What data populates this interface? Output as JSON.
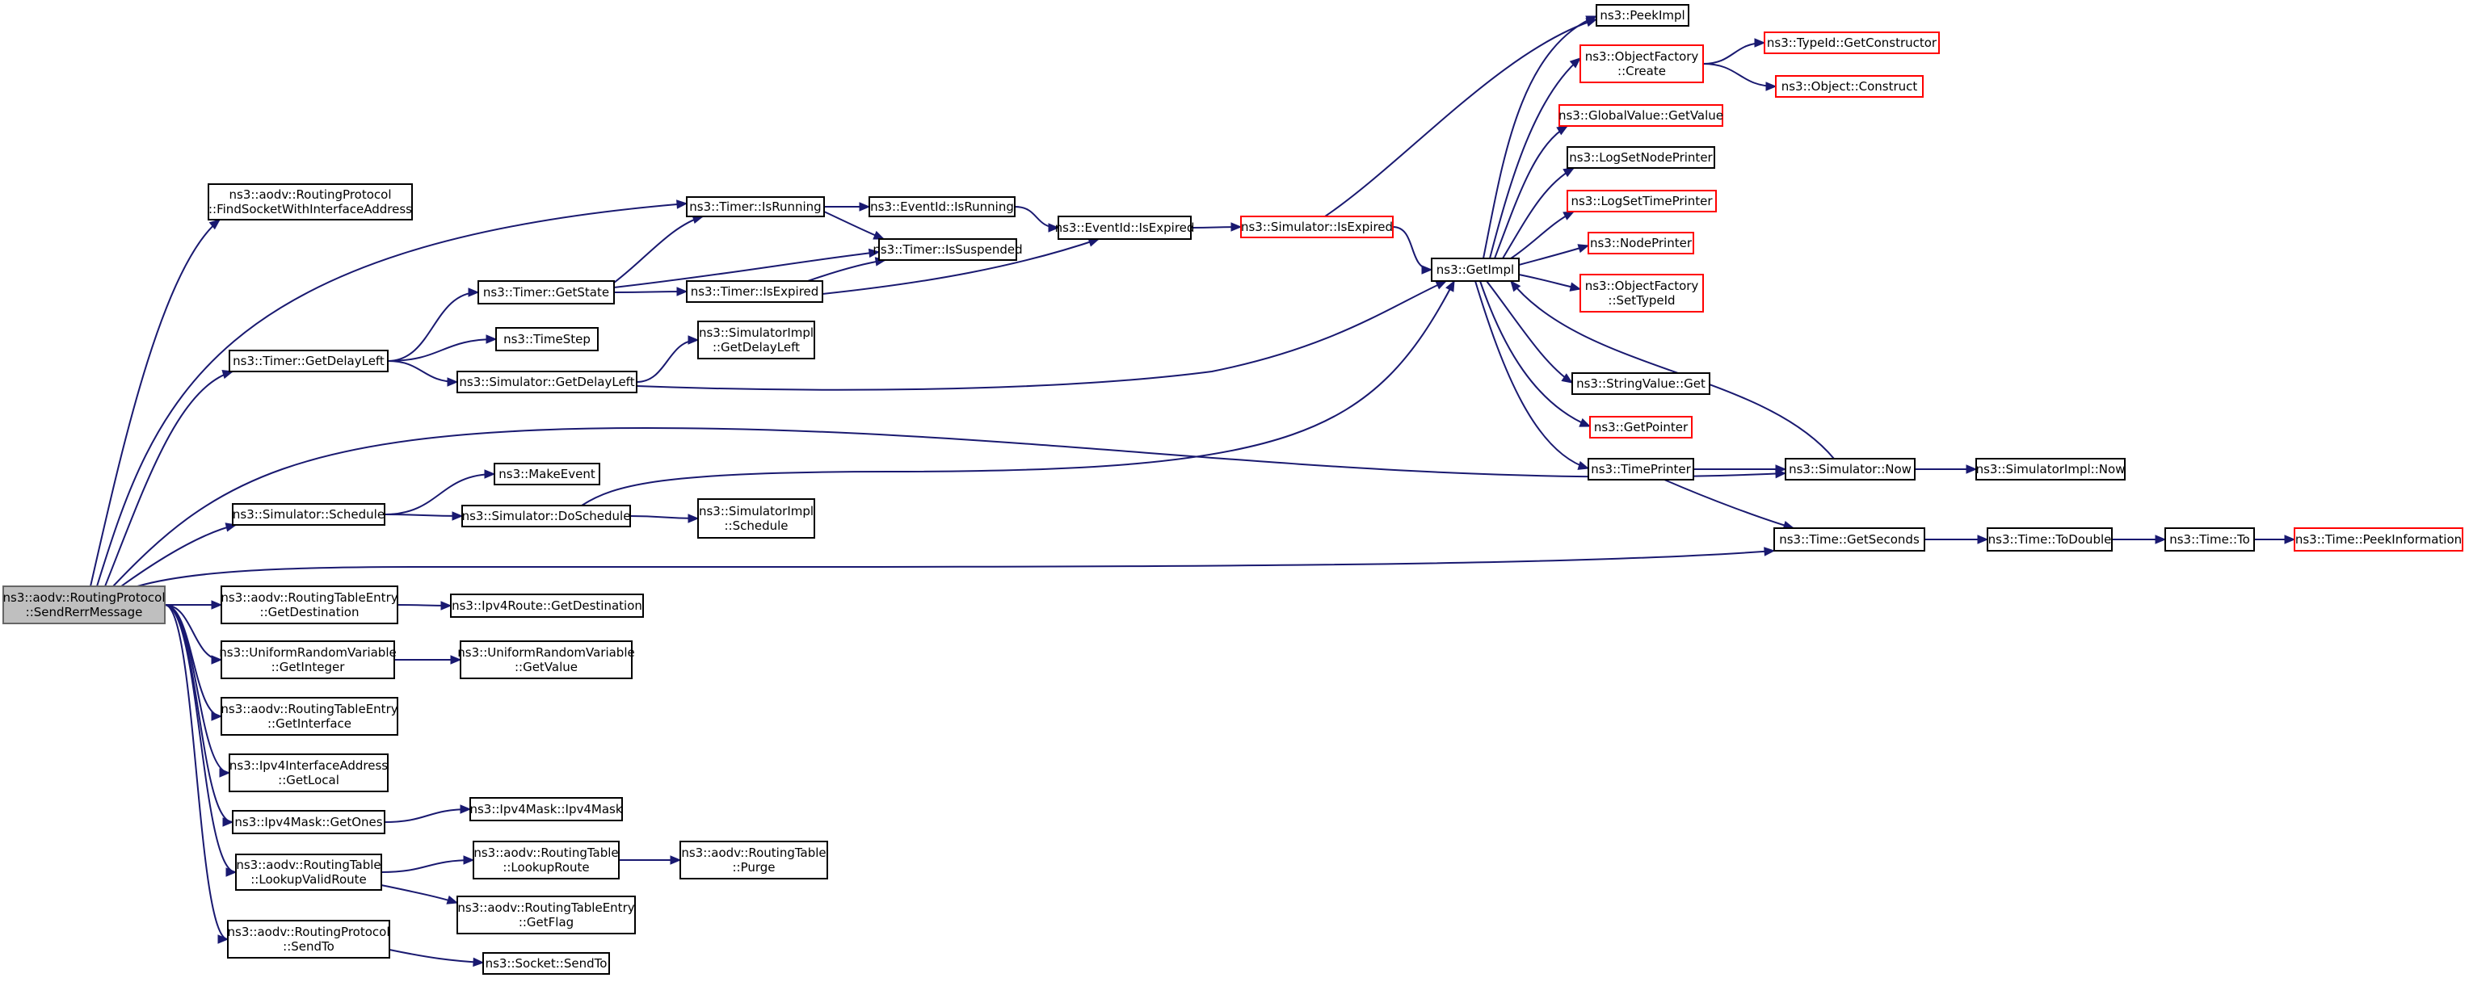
{
  "colors": {
    "edge": "#191970",
    "normal_border": "#000000",
    "truncated_border": "#ff0000",
    "root_fill": "#bfbfbf",
    "root_border": "#666666",
    "node_fill": "#ffffff"
  },
  "nodes": [
    {
      "id": "root",
      "lines": [
        "ns3::aodv::RoutingProtocol",
        "::SendRerrMessage"
      ],
      "kind": "root"
    },
    {
      "id": "findSocket",
      "lines": [
        "ns3::aodv::RoutingProtocol",
        "::FindSocketWithInterfaceAddress"
      ],
      "kind": "normal"
    },
    {
      "id": "timerIsRunning",
      "lines": [
        "ns3::Timer::IsRunning"
      ],
      "kind": "normal"
    },
    {
      "id": "eventIsRunning",
      "lines": [
        "ns3::EventId::IsRunning"
      ],
      "kind": "normal"
    },
    {
      "id": "timerIsSuspended",
      "lines": [
        "ns3::Timer::IsSuspended"
      ],
      "kind": "normal"
    },
    {
      "id": "eventIsExpired",
      "lines": [
        "ns3::EventId::IsExpired"
      ],
      "kind": "normal"
    },
    {
      "id": "simIsExpired",
      "lines": [
        "ns3::Simulator::IsExpired"
      ],
      "kind": "truncated"
    },
    {
      "id": "timerGetState",
      "lines": [
        "ns3::Timer::GetState"
      ],
      "kind": "normal"
    },
    {
      "id": "timerIsExpired",
      "lines": [
        "ns3::Timer::IsExpired"
      ],
      "kind": "normal"
    },
    {
      "id": "timeStep",
      "lines": [
        "ns3::TimeStep"
      ],
      "kind": "normal"
    },
    {
      "id": "timerGetDelayLeft",
      "lines": [
        "ns3::Timer::GetDelayLeft"
      ],
      "kind": "normal"
    },
    {
      "id": "simImplGetDelayLeft",
      "lines": [
        "ns3::SimulatorImpl",
        "::GetDelayLeft"
      ],
      "kind": "normal"
    },
    {
      "id": "simGetDelayLeft",
      "lines": [
        "ns3::Simulator::GetDelayLeft"
      ],
      "kind": "normal"
    },
    {
      "id": "makeEvent",
      "lines": [
        "ns3::MakeEvent"
      ],
      "kind": "normal"
    },
    {
      "id": "simSchedule",
      "lines": [
        "ns3::Simulator::Schedule"
      ],
      "kind": "normal"
    },
    {
      "id": "simDoSchedule",
      "lines": [
        "ns3::Simulator::DoSchedule"
      ],
      "kind": "normal"
    },
    {
      "id": "simImplSchedule",
      "lines": [
        "ns3::SimulatorImpl",
        "::Schedule"
      ],
      "kind": "normal"
    },
    {
      "id": "getImpl",
      "lines": [
        "ns3::GetImpl"
      ],
      "kind": "normal"
    },
    {
      "id": "peekImpl",
      "lines": [
        "ns3::PeekImpl"
      ],
      "kind": "normal"
    },
    {
      "id": "objFactoryCreate",
      "lines": [
        "ns3::ObjectFactory",
        "::Create"
      ],
      "kind": "truncated"
    },
    {
      "id": "typeIdGetConstructor",
      "lines": [
        "ns3::TypeId::GetConstructor"
      ],
      "kind": "truncated"
    },
    {
      "id": "objectConstruct",
      "lines": [
        "ns3::Object::Construct"
      ],
      "kind": "truncated"
    },
    {
      "id": "globalValueGetValue",
      "lines": [
        "ns3::GlobalValue::GetValue"
      ],
      "kind": "truncated"
    },
    {
      "id": "logSetNodePrinter",
      "lines": [
        "ns3::LogSetNodePrinter"
      ],
      "kind": "normal"
    },
    {
      "id": "logSetTimePrinter",
      "lines": [
        "ns3::LogSetTimePrinter"
      ],
      "kind": "truncated"
    },
    {
      "id": "nodePrinter",
      "lines": [
        "ns3::NodePrinter"
      ],
      "kind": "truncated"
    },
    {
      "id": "objFactorySetTypeId",
      "lines": [
        "ns3::ObjectFactory",
        "::SetTypeId"
      ],
      "kind": "truncated"
    },
    {
      "id": "stringValueGet",
      "lines": [
        "ns3::StringValue::Get"
      ],
      "kind": "normal"
    },
    {
      "id": "getPointer",
      "lines": [
        "ns3::GetPointer"
      ],
      "kind": "truncated"
    },
    {
      "id": "timePrinter",
      "lines": [
        "ns3::TimePrinter"
      ],
      "kind": "normal"
    },
    {
      "id": "simNow",
      "lines": [
        "ns3::Simulator::Now"
      ],
      "kind": "normal"
    },
    {
      "id": "simImplNow",
      "lines": [
        "ns3::SimulatorImpl::Now"
      ],
      "kind": "normal"
    },
    {
      "id": "timeGetSeconds",
      "lines": [
        "ns3::Time::GetSeconds"
      ],
      "kind": "normal"
    },
    {
      "id": "timeToDouble",
      "lines": [
        "ns3::Time::ToDouble"
      ],
      "kind": "normal"
    },
    {
      "id": "timeTo",
      "lines": [
        "ns3::Time::To"
      ],
      "kind": "normal"
    },
    {
      "id": "timePeekInformation",
      "lines": [
        "ns3::Time::PeekInformation"
      ],
      "kind": "truncated"
    },
    {
      "id": "rteGetDestination",
      "lines": [
        "ns3::aodv::RoutingTableEntry",
        "::GetDestination"
      ],
      "kind": "normal"
    },
    {
      "id": "ipv4RouteGetDestination",
      "lines": [
        "ns3::Ipv4Route::GetDestination"
      ],
      "kind": "normal"
    },
    {
      "id": "urvGetInteger",
      "lines": [
        "ns3::UniformRandomVariable",
        "::GetInteger"
      ],
      "kind": "normal"
    },
    {
      "id": "urvGetValue",
      "lines": [
        "ns3::UniformRandomVariable",
        "::GetValue"
      ],
      "kind": "normal"
    },
    {
      "id": "rteGetInterface",
      "lines": [
        "ns3::aodv::RoutingTableEntry",
        "::GetInterface"
      ],
      "kind": "normal"
    },
    {
      "id": "ipv4IfAddrGetLocal",
      "lines": [
        "ns3::Ipv4InterfaceAddress",
        "::GetLocal"
      ],
      "kind": "normal"
    },
    {
      "id": "ipv4MaskGetOnes",
      "lines": [
        "ns3::Ipv4Mask::GetOnes"
      ],
      "kind": "normal"
    },
    {
      "id": "ipv4MaskCtor",
      "lines": [
        "ns3::Ipv4Mask::Ipv4Mask"
      ],
      "kind": "normal"
    },
    {
      "id": "rtLookupValidRoute",
      "lines": [
        "ns3::aodv::RoutingTable",
        "::LookupValidRoute"
      ],
      "kind": "normal"
    },
    {
      "id": "rtLookupRoute",
      "lines": [
        "ns3::aodv::RoutingTable",
        "::LookupRoute"
      ],
      "kind": "normal"
    },
    {
      "id": "rtPurge",
      "lines": [
        "ns3::aodv::RoutingTable",
        "::Purge"
      ],
      "kind": "normal"
    },
    {
      "id": "rteGetFlag",
      "lines": [
        "ns3::aodv::RoutingTableEntry",
        "::GetFlag"
      ],
      "kind": "normal"
    },
    {
      "id": "rpSendTo",
      "lines": [
        "ns3::aodv::RoutingProtocol",
        "::SendTo"
      ],
      "kind": "normal"
    },
    {
      "id": "socketSendTo",
      "lines": [
        "ns3::Socket::SendTo"
      ],
      "kind": "normal"
    }
  ],
  "edges": [
    [
      "root",
      "findSocket"
    ],
    [
      "root",
      "timerIsRunning"
    ],
    [
      "root",
      "timerGetDelayLeft"
    ],
    [
      "root",
      "getImpl"
    ],
    [
      "root",
      "simSchedule"
    ],
    [
      "root",
      "timeGetSeconds"
    ],
    [
      "root",
      "rteGetDestination"
    ],
    [
      "root",
      "urvGetInteger"
    ],
    [
      "root",
      "rteGetInterface"
    ],
    [
      "root",
      "ipv4IfAddrGetLocal"
    ],
    [
      "root",
      "ipv4MaskGetOnes"
    ],
    [
      "root",
      "rtLookupValidRoute"
    ],
    [
      "root",
      "rpSendTo"
    ],
    [
      "timerIsRunning",
      "eventIsRunning"
    ],
    [
      "timerIsRunning",
      "timerIsSuspended"
    ],
    [
      "eventIsRunning",
      "eventIsExpired"
    ],
    [
      "eventIsExpired",
      "simIsExpired"
    ],
    [
      "simIsExpired",
      "getImpl"
    ],
    [
      "simIsExpired",
      "peekImpl"
    ],
    [
      "timerGetState",
      "timerIsRunning"
    ],
    [
      "timerGetState",
      "timerIsSuspended"
    ],
    [
      "timerGetState",
      "timerIsExpired"
    ],
    [
      "timerIsExpired",
      "eventIsExpired"
    ],
    [
      "timerIsExpired",
      "timerIsSuspended"
    ],
    [
      "timerGetDelayLeft",
      "timerGetState"
    ],
    [
      "timerGetDelayLeft",
      "timeStep"
    ],
    [
      "timerGetDelayLeft",
      "simGetDelayLeft"
    ],
    [
      "simGetDelayLeft",
      "simImplGetDelayLeft"
    ],
    [
      "simGetDelayLeft",
      "getImpl"
    ],
    [
      "simSchedule",
      "makeEvent"
    ],
    [
      "simSchedule",
      "simDoSchedule"
    ],
    [
      "simDoSchedule",
      "simImplSchedule"
    ],
    [
      "simDoSchedule",
      "getImpl"
    ],
    [
      "getImpl",
      "peekImpl"
    ],
    [
      "getImpl",
      "objFactoryCreate"
    ],
    [
      "getImpl",
      "globalValueGetValue"
    ],
    [
      "getImpl",
      "logSetNodePrinter"
    ],
    [
      "getImpl",
      "logSetTimePrinter"
    ],
    [
      "getImpl",
      "nodePrinter"
    ],
    [
      "getImpl",
      "objFactorySetTypeId"
    ],
    [
      "getImpl",
      "stringValueGet"
    ],
    [
      "getImpl",
      "getPointer"
    ],
    [
      "getImpl",
      "timePrinter"
    ],
    [
      "objFactoryCreate",
      "typeIdGetConstructor"
    ],
    [
      "objFactoryCreate",
      "objectConstruct"
    ],
    [
      "timePrinter",
      "simNow"
    ],
    [
      "timePrinter",
      "timeGetSeconds"
    ],
    [
      "simNow",
      "getImpl"
    ],
    [
      "simNow",
      "simImplNow"
    ],
    [
      "timeGetSeconds",
      "timeToDouble"
    ],
    [
      "timeToDouble",
      "timeTo"
    ],
    [
      "timeTo",
      "timePeekInformation"
    ],
    [
      "rteGetDestination",
      "ipv4RouteGetDestination"
    ],
    [
      "urvGetInteger",
      "urvGetValue"
    ],
    [
      "ipv4MaskGetOnes",
      "ipv4MaskCtor"
    ],
    [
      "rtLookupValidRoute",
      "rtLookupRoute"
    ],
    [
      "rtLookupValidRoute",
      "rteGetFlag"
    ],
    [
      "rtLookupRoute",
      "rtPurge"
    ],
    [
      "rpSendTo",
      "socketSendTo"
    ]
  ]
}
